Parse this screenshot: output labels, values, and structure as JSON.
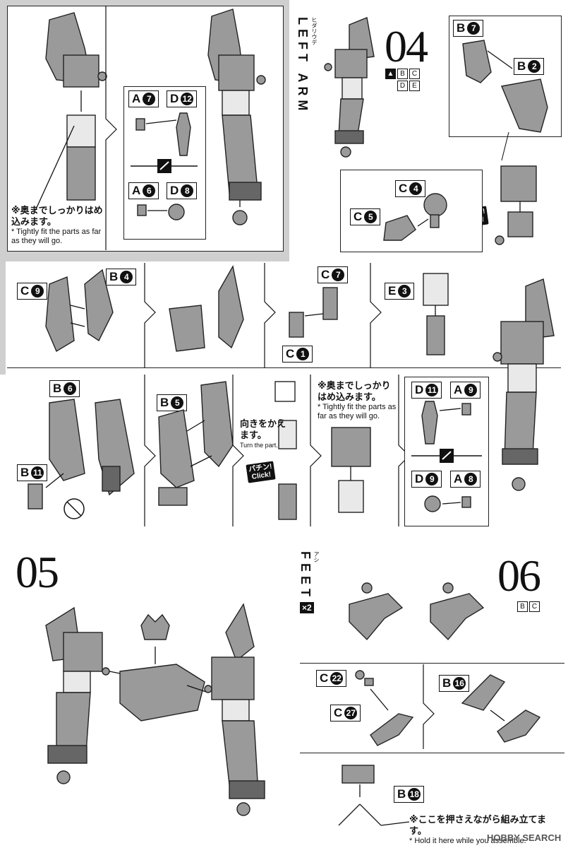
{
  "step04": {
    "number": "04",
    "title": "LEFT ARM",
    "title_ruby": "ヒダリウデ",
    "runners": [
      "B",
      "C",
      "D",
      "E"
    ],
    "note_jp": "※奥までしっかりはめ込みます。",
    "note_en": "* Tightly fit the parts as far as they will go.",
    "turn_jp": "向きをかえます。",
    "turn_en": "Turn the part.",
    "click_jp": "パチン!",
    "click_en": "Click!",
    "or_sign": "or"
  },
  "step05": {
    "number": "05"
  },
  "step06": {
    "number": "06",
    "title": "FEET",
    "title_ruby": "アシ",
    "multiplier": "×2",
    "runners": [
      "B",
      "C"
    ],
    "hold_jp": "※ここを押さえながら組み立てます。",
    "hold_en": "* Hold it here while you assemble."
  },
  "parts": {
    "a7": {
      "letter": "A",
      "num": "7"
    },
    "d12": {
      "letter": "D",
      "num": "12"
    },
    "a6": {
      "letter": "A",
      "num": "6"
    },
    "d8": {
      "letter": "D",
      "num": "8"
    },
    "b7": {
      "letter": "B",
      "num": "7"
    },
    "b2": {
      "letter": "B",
      "num": "2"
    },
    "c4": {
      "letter": "C",
      "num": "4"
    },
    "c5": {
      "letter": "C",
      "num": "5"
    },
    "c9": {
      "letter": "C",
      "num": "9"
    },
    "b4": {
      "letter": "B",
      "num": "4"
    },
    "c7": {
      "letter": "C",
      "num": "7"
    },
    "c1": {
      "letter": "C",
      "num": "1"
    },
    "e3": {
      "letter": "E",
      "num": "3"
    },
    "b6": {
      "letter": "B",
      "num": "6"
    },
    "b11": {
      "letter": "B",
      "num": "11"
    },
    "b5": {
      "letter": "B",
      "num": "5"
    },
    "d11": {
      "letter": "D",
      "num": "11"
    },
    "a9": {
      "letter": "A",
      "num": "9"
    },
    "d9": {
      "letter": "D",
      "num": "9"
    },
    "a8": {
      "letter": "A",
      "num": "8"
    },
    "c22": {
      "letter": "C",
      "num": "22"
    },
    "c27": {
      "letter": "C",
      "num": "27"
    },
    "b16": {
      "letter": "B",
      "num": "16"
    },
    "b18": {
      "letter": "B",
      "num": "18"
    }
  },
  "watermark": "HOBBY SEARCH"
}
